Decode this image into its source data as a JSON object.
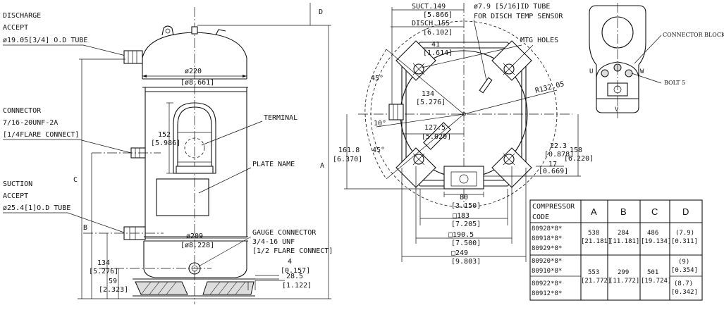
{
  "left_callouts": {
    "discharge": [
      "DISCHARGE",
      "ACCEPT",
      "ø19.05[3/4] O.D TUBE"
    ],
    "connector": [
      "CONNECTOR",
      "7/16-20UNF-2A",
      "[1/4FLARE CONNECT]"
    ],
    "suction": [
      "SUCTION",
      "ACCEPT",
      "ø25.4[1]O.D TUBE"
    ]
  },
  "side_view": {
    "dia_top": "ø220",
    "dia_top_in": "[ø8.661]",
    "dia_bottom": "ø209",
    "dia_bottom_in": "[ø8.228]",
    "h152": "152",
    "h152_in": "[5.986]",
    "h134": "134",
    "h134_in": "[5.276]",
    "h59": "59",
    "h59_in": "[2.323]",
    "dim4": "4",
    "dim4_in": "[0.157]",
    "dim285": "28.5",
    "dim285_in": "[1.122]",
    "letter_a": "A",
    "letter_b": "B",
    "letter_c": "C",
    "letter_d": "D",
    "terminal": "TERMINAL",
    "plate_name": "PLATE NAME",
    "gauge": [
      "GAUGE CONNECTOR",
      "3/4-16 UNF",
      "[1/2 FLARE CONNECT]"
    ]
  },
  "top_view": {
    "suct": "SUCT.149",
    "suct_in": "[5.866]",
    "disch": "DISCH.155",
    "disch_in": "[6.102]",
    "tube": "ø7.9 [5/16]ID TUBE",
    "tube2": "FOR DISCH TEMP SENSOR",
    "mtg": "MTG HOLES",
    "d41": "41",
    "d41_in": "[1.614]",
    "d134": "134",
    "d134_in": "[5.276]",
    "r132": "R132.05",
    "d1275": "127.5",
    "d1275_in": "[5.020]",
    "a45a": "45°",
    "a10": "10°",
    "a45b": "45°",
    "d1618": "161.8",
    "d1618_in": "[6.370]",
    "d223": "22.3",
    "d223_in": "[0.878]",
    "d158": "158",
    "d158_in": "[6.220]",
    "d17": "17",
    "d17_in": "[0.669]",
    "d80": "80",
    "d80_in": "[3.150]",
    "sq183": "□183",
    "sq183_in": "[7.205]",
    "sq1905": "□190.5",
    "sq1905_in": "[7.500]",
    "sq249": "□249",
    "sq249_in": "[9.803]"
  },
  "connector_detail": {
    "block": "CONNECTOR BLOCK",
    "bolt": "BOLT 5",
    "u": "U",
    "w": "W",
    "v": "V"
  },
  "table": {
    "header_model": [
      "COMPRESSOR",
      "CODE"
    ],
    "columns": [
      "A",
      "B",
      "C",
      "D"
    ],
    "groups": [
      {
        "models": [
          "80928*8*",
          "80918*8*",
          "80929*8*"
        ],
        "a": [
          "538",
          "[21.181]"
        ],
        "b": [
          "284",
          "[11.181]"
        ],
        "c": [
          "486",
          "[19.134]"
        ],
        "d": [
          "(7.9)",
          "[0.311]"
        ]
      },
      {
        "models": [
          "80920*8*",
          "80910*8*",
          "80922*8*",
          "80912*8*"
        ],
        "a": [
          "553",
          "[21.772]"
        ],
        "b": [
          "299",
          "[11.772]"
        ],
        "c": [
          "501",
          "[19.724]"
        ],
        "d_top": [
          "(9)",
          "[0.354]"
        ],
        "d_bottom": [
          "(8.7)",
          "[0.342]"
        ]
      }
    ]
  }
}
